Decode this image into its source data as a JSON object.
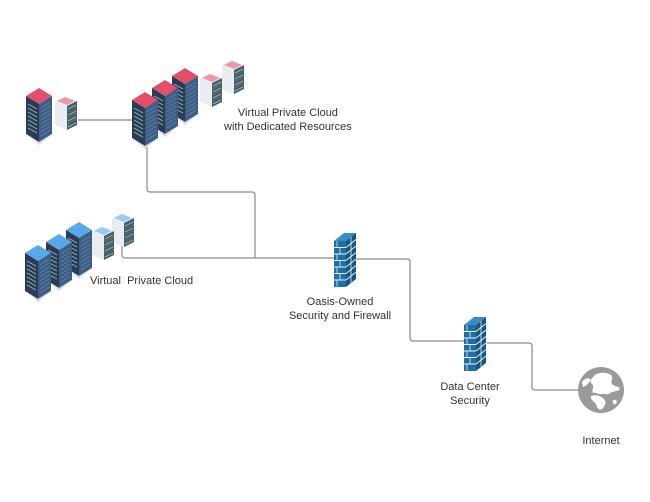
{
  "diagram": {
    "nodes": [
      {
        "id": "vpc-dedicated",
        "label_lines": [
          "Virtual Private Cloud",
          "with Dedicated Resources"
        ],
        "icon": "server-rack-cluster-icon",
        "accent": "#e0506a"
      },
      {
        "id": "vpc-dedicated-standalone",
        "label_lines": [],
        "icon": "server-rack-icon",
        "accent": "#e0506a"
      },
      {
        "id": "vpc",
        "label_lines": [
          "Virtual  Private Cloud"
        ],
        "icon": "server-rack-cluster-icon",
        "accent": "#5aa9e6"
      },
      {
        "id": "oasis-firewall",
        "label_lines": [
          "Oasis-Owned",
          "Security and Firewall"
        ],
        "icon": "firewall-icon",
        "accent": "#1f6fa3"
      },
      {
        "id": "dc-security",
        "label_lines": [
          "Data Center",
          "Security"
        ],
        "icon": "firewall-icon",
        "accent": "#1f6fa3"
      },
      {
        "id": "internet",
        "label_lines": [
          "Internet"
        ],
        "icon": "globe-icon",
        "accent": "#9a9a9a"
      }
    ],
    "edges": [
      {
        "from": "vpc-dedicated-standalone",
        "to": "vpc-dedicated"
      },
      {
        "from": "vpc-dedicated",
        "to": "oasis-firewall"
      },
      {
        "from": "vpc",
        "to": "oasis-firewall"
      },
      {
        "from": "oasis-firewall",
        "to": "dc-security"
      },
      {
        "from": "dc-security",
        "to": "internet"
      }
    ],
    "colors": {
      "line": "#8a8a8a",
      "rack_body": "#2b3a55",
      "rack_side": "#3f5e85",
      "unit_light": "#e9edf2",
      "unit_dark": "#4b5a6e",
      "firewall_front": "#1f6fa3",
      "firewall_side": "#16557f",
      "globe": "#9a9a9a"
    }
  }
}
